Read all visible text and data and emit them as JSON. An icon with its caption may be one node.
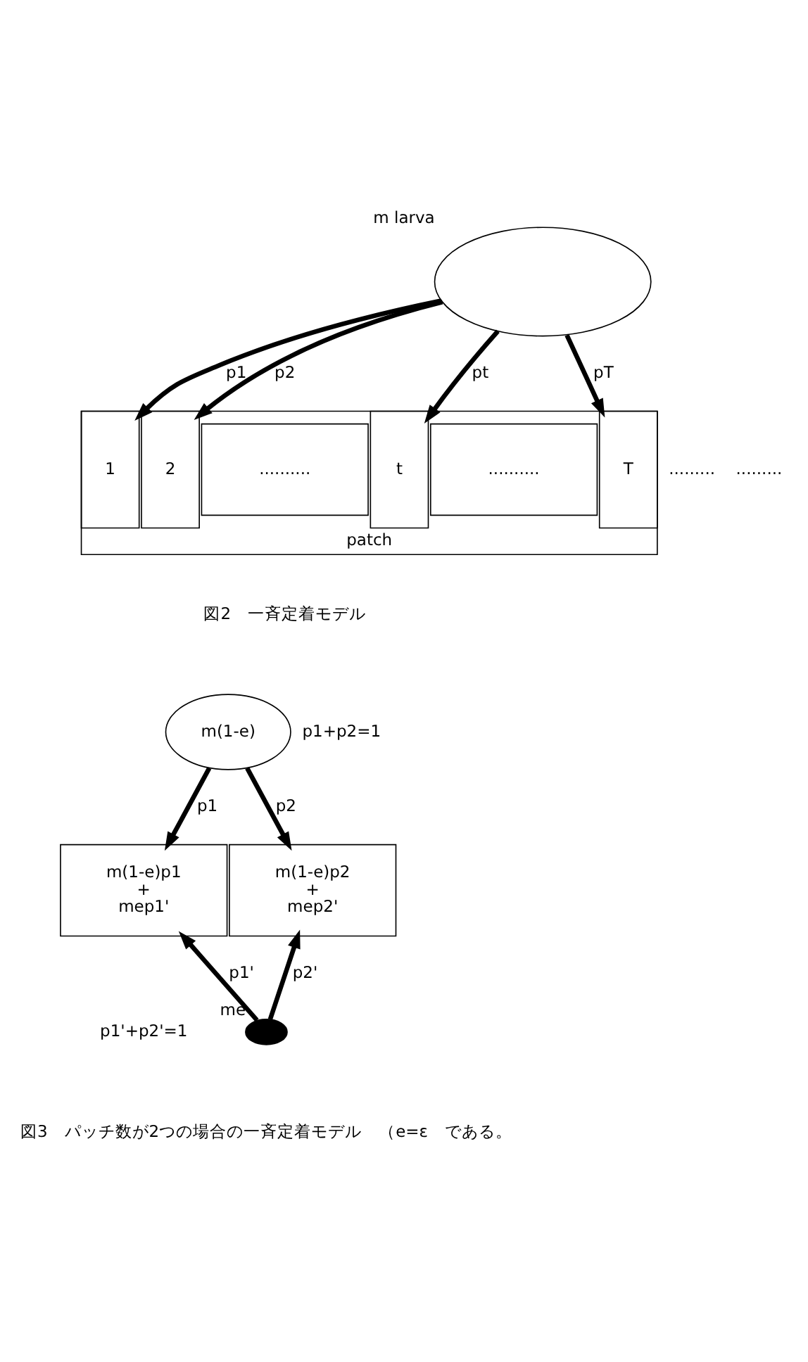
{
  "diagram": {
    "nodes": [
      {
        "text": [
          "m larva"
        ]
      },
      {
        "text": [
          "patch"
        ]
      },
      {
        "text": [
          "1"
        ],
        "in": 1
      },
      {
        "text": [
          "2"
        ],
        "in": 1
      },
      {
        "text": [
          ".........."
        ],
        "in": 1
      },
      {
        "text": [
          "t"
        ],
        "in": 1
      },
      {
        "text": [
          ".........."
        ],
        "in": 1
      },
      {
        "text": [
          "T"
        ],
        "in": 1
      },
      {
        "text": [
          "m(1-e)"
        ]
      },
      {
        "text": [
          "m(1-e)p1 + mep1'"
        ]
      },
      {
        "text": [
          "m(1-e)p2 + mep2'"
        ]
      },
      {
        "text": [
          "me"
        ]
      }
    ],
    "edges": [
      {
        "from": 0,
        "to": 2,
        "arrow": "to",
        "label": "p1"
      },
      {
        "from": 0,
        "to": 3,
        "arrow": "to",
        "label": "p2"
      },
      {
        "from": 0,
        "to": 5,
        "arrow": "to",
        "label": "pt"
      },
      {
        "from": 0,
        "to": 7,
        "arrow": "to",
        "label": "pT"
      },
      {
        "from": 8,
        "to": 9,
        "arrow": "to",
        "label": "p1"
      },
      {
        "from": 8,
        "to": 10,
        "arrow": "to",
        "label": "p2"
      },
      {
        "from": 11,
        "to": 9,
        "arrow": "to",
        "label": "p1'"
      },
      {
        "from": 11,
        "to": 10,
        "arrow": "to",
        "label": "p2'"
      }
    ],
    "labels": [
      ".........",
      ".........",
      "図2　一斉定着モデル",
      "p1+p2=1",
      "p1'+p2'=1",
      "図3　パッチ数が2つの場合の一斉定着モデル　（e=ε　である。"
    ]
  }
}
